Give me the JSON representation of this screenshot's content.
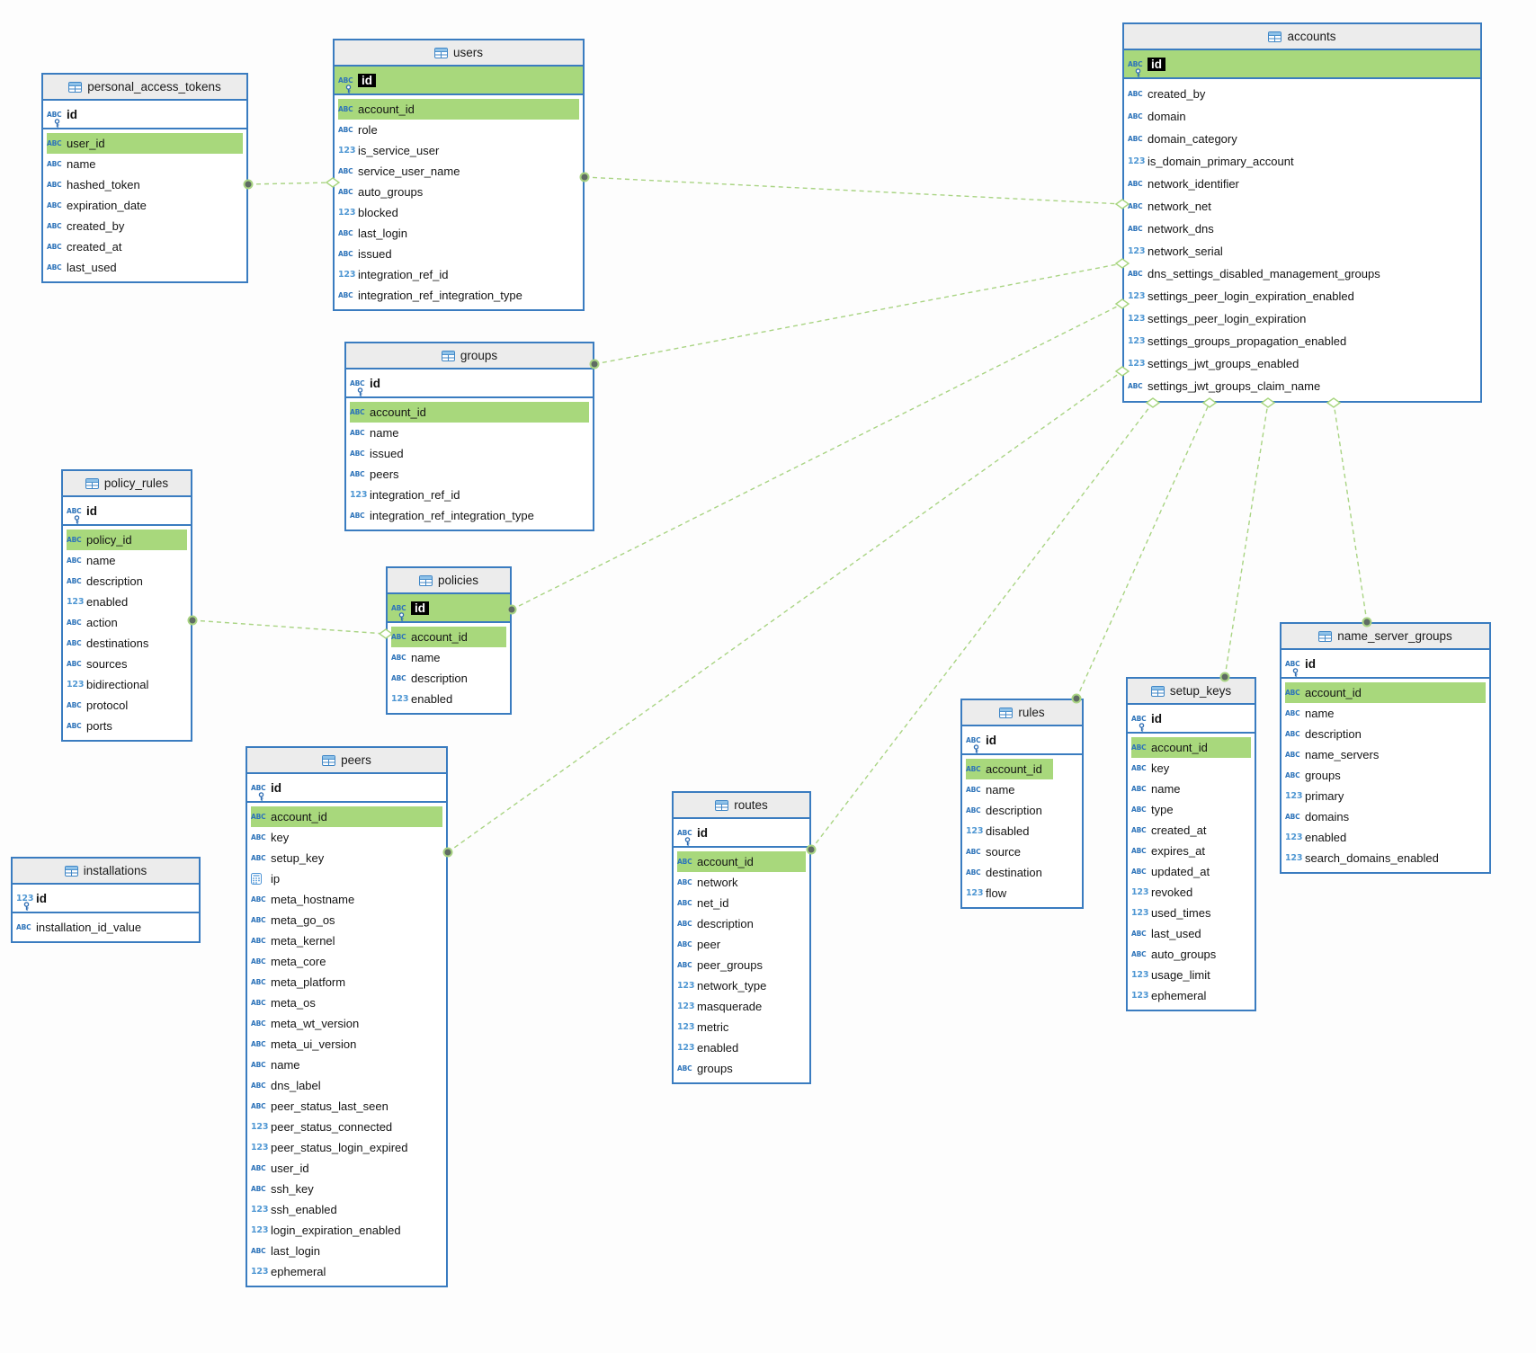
{
  "diagram": {
    "colors": {
      "table_border": "#3a7cc0",
      "header_background": "#ececec",
      "highlight_green": "#a8d87c",
      "relationship_green": "#a9d483",
      "string_icon_blue": "#2e74ba",
      "numeric_icon_blue": "#4f97d3"
    },
    "tables": [
      {
        "name": "personal_access_tokens",
        "selected": false,
        "pk": {
          "name": "id",
          "type": "abc_key"
        },
        "fields": [
          {
            "name": "user_id",
            "type": "abc",
            "highlight": "full"
          },
          {
            "name": "name",
            "type": "abc"
          },
          {
            "name": "hashed_token",
            "type": "abc"
          },
          {
            "name": "expiration_date",
            "type": "abc"
          },
          {
            "name": "created_by",
            "type": "abc"
          },
          {
            "name": "created_at",
            "type": "abc"
          },
          {
            "name": "last_used",
            "type": "abc"
          }
        ]
      },
      {
        "name": "users",
        "selected": true,
        "pk": {
          "name": "id",
          "type": "abc_key"
        },
        "fields": [
          {
            "name": "account_id",
            "type": "abc",
            "highlight": "full"
          },
          {
            "name": "role",
            "type": "abc"
          },
          {
            "name": "is_service_user",
            "type": "123"
          },
          {
            "name": "service_user_name",
            "type": "abc"
          },
          {
            "name": "auto_groups",
            "type": "abc"
          },
          {
            "name": "blocked",
            "type": "123"
          },
          {
            "name": "last_login",
            "type": "abc"
          },
          {
            "name": "issued",
            "type": "abc"
          },
          {
            "name": "integration_ref_id",
            "type": "123"
          },
          {
            "name": "integration_ref_integration_type",
            "type": "abc"
          }
        ]
      },
      {
        "name": "accounts",
        "selected": true,
        "pk": {
          "name": "id",
          "type": "abc_key"
        },
        "fields": [
          {
            "name": "created_by",
            "type": "abc"
          },
          {
            "name": "domain",
            "type": "abc"
          },
          {
            "name": "domain_category",
            "type": "abc"
          },
          {
            "name": "is_domain_primary_account",
            "type": "123"
          },
          {
            "name": "network_identifier",
            "type": "abc"
          },
          {
            "name": "network_net",
            "type": "abc"
          },
          {
            "name": "network_dns",
            "type": "abc"
          },
          {
            "name": "network_serial",
            "type": "123"
          },
          {
            "name": "dns_settings_disabled_management_groups",
            "type": "abc"
          },
          {
            "name": "settings_peer_login_expiration_enabled",
            "type": "123"
          },
          {
            "name": "settings_peer_login_expiration",
            "type": "123"
          },
          {
            "name": "settings_groups_propagation_enabled",
            "type": "123"
          },
          {
            "name": "settings_jwt_groups_enabled",
            "type": "123"
          },
          {
            "name": "settings_jwt_groups_claim_name",
            "type": "abc"
          }
        ]
      },
      {
        "name": "groups",
        "selected": false,
        "pk": {
          "name": "id",
          "type": "abc_key"
        },
        "fields": [
          {
            "name": "account_id",
            "type": "abc",
            "highlight": "full"
          },
          {
            "name": "name",
            "type": "abc"
          },
          {
            "name": "issued",
            "type": "abc"
          },
          {
            "name": "peers",
            "type": "abc"
          },
          {
            "name": "integration_ref_id",
            "type": "123"
          },
          {
            "name": "integration_ref_integration_type",
            "type": "abc"
          }
        ]
      },
      {
        "name": "policy_rules",
        "selected": false,
        "pk": {
          "name": "id",
          "type": "abc_key"
        },
        "fields": [
          {
            "name": "policy_id",
            "type": "abc",
            "highlight": "full"
          },
          {
            "name": "name",
            "type": "abc"
          },
          {
            "name": "description",
            "type": "abc"
          },
          {
            "name": "enabled",
            "type": "123"
          },
          {
            "name": "action",
            "type": "abc"
          },
          {
            "name": "destinations",
            "type": "abc"
          },
          {
            "name": "sources",
            "type": "abc"
          },
          {
            "name": "bidirectional",
            "type": "123"
          },
          {
            "name": "protocol",
            "type": "abc"
          },
          {
            "name": "ports",
            "type": "abc"
          }
        ]
      },
      {
        "name": "policies",
        "selected": true,
        "pk": {
          "name": "id",
          "type": "abc_key"
        },
        "fields": [
          {
            "name": "account_id",
            "type": "abc",
            "highlight": "full"
          },
          {
            "name": "name",
            "type": "abc"
          },
          {
            "name": "description",
            "type": "abc"
          },
          {
            "name": "enabled",
            "type": "123"
          }
        ]
      },
      {
        "name": "peers",
        "selected": false,
        "pk": {
          "name": "id",
          "type": "abc_key"
        },
        "fields": [
          {
            "name": "account_id",
            "type": "abc",
            "highlight": "full"
          },
          {
            "name": "key",
            "type": "abc"
          },
          {
            "name": "setup_key",
            "type": "abc"
          },
          {
            "name": "ip",
            "type": "binary"
          },
          {
            "name": "meta_hostname",
            "type": "abc"
          },
          {
            "name": "meta_go_os",
            "type": "abc"
          },
          {
            "name": "meta_kernel",
            "type": "abc"
          },
          {
            "name": "meta_core",
            "type": "abc"
          },
          {
            "name": "meta_platform",
            "type": "abc"
          },
          {
            "name": "meta_os",
            "type": "abc"
          },
          {
            "name": "meta_wt_version",
            "type": "abc"
          },
          {
            "name": "meta_ui_version",
            "type": "abc"
          },
          {
            "name": "name",
            "type": "abc"
          },
          {
            "name": "dns_label",
            "type": "abc"
          },
          {
            "name": "peer_status_last_seen",
            "type": "abc"
          },
          {
            "name": "peer_status_connected",
            "type": "123"
          },
          {
            "name": "peer_status_login_expired",
            "type": "123"
          },
          {
            "name": "user_id",
            "type": "abc"
          },
          {
            "name": "ssh_key",
            "type": "abc"
          },
          {
            "name": "ssh_enabled",
            "type": "123"
          },
          {
            "name": "login_expiration_enabled",
            "type": "123"
          },
          {
            "name": "last_login",
            "type": "abc"
          },
          {
            "name": "ephemeral",
            "type": "123"
          }
        ]
      },
      {
        "name": "installations",
        "selected": false,
        "pk": {
          "name": "id",
          "type": "123_key"
        },
        "fields": [
          {
            "name": "installation_id_value",
            "type": "abc"
          }
        ]
      },
      {
        "name": "routes",
        "selected": false,
        "pk": {
          "name": "id",
          "type": "abc_key"
        },
        "fields": [
          {
            "name": "account_id",
            "type": "abc",
            "highlight": "full"
          },
          {
            "name": "network",
            "type": "abc"
          },
          {
            "name": "net_id",
            "type": "abc"
          },
          {
            "name": "description",
            "type": "abc"
          },
          {
            "name": "peer",
            "type": "abc"
          },
          {
            "name": "peer_groups",
            "type": "abc"
          },
          {
            "name": "network_type",
            "type": "123"
          },
          {
            "name": "masquerade",
            "type": "123"
          },
          {
            "name": "metric",
            "type": "123"
          },
          {
            "name": "enabled",
            "type": "123"
          },
          {
            "name": "groups",
            "type": "abc"
          }
        ]
      },
      {
        "name": "rules",
        "selected": false,
        "pk": {
          "name": "id",
          "type": "abc_key"
        },
        "fields": [
          {
            "name": "account_id",
            "type": "abc",
            "highlight": "fit"
          },
          {
            "name": "name",
            "type": "abc"
          },
          {
            "name": "description",
            "type": "abc"
          },
          {
            "name": "disabled",
            "type": "123"
          },
          {
            "name": "source",
            "type": "abc"
          },
          {
            "name": "destination",
            "type": "abc"
          },
          {
            "name": "flow",
            "type": "123"
          }
        ]
      },
      {
        "name": "setup_keys",
        "selected": false,
        "pk": {
          "name": "id",
          "type": "abc_key"
        },
        "fields": [
          {
            "name": "account_id",
            "type": "abc",
            "highlight": "full"
          },
          {
            "name": "key",
            "type": "abc"
          },
          {
            "name": "name",
            "type": "abc"
          },
          {
            "name": "type",
            "type": "abc"
          },
          {
            "name": "created_at",
            "type": "abc"
          },
          {
            "name": "expires_at",
            "type": "abc"
          },
          {
            "name": "updated_at",
            "type": "abc"
          },
          {
            "name": "revoked",
            "type": "123"
          },
          {
            "name": "used_times",
            "type": "123"
          },
          {
            "name": "last_used",
            "type": "abc"
          },
          {
            "name": "auto_groups",
            "type": "abc"
          },
          {
            "name": "usage_limit",
            "type": "123"
          },
          {
            "name": "ephemeral",
            "type": "123"
          }
        ]
      },
      {
        "name": "name_server_groups",
        "selected": false,
        "pk": {
          "name": "id",
          "type": "abc_key"
        },
        "fields": [
          {
            "name": "account_id",
            "type": "abc",
            "highlight": "full"
          },
          {
            "name": "name",
            "type": "abc"
          },
          {
            "name": "description",
            "type": "abc"
          },
          {
            "name": "name_servers",
            "type": "abc"
          },
          {
            "name": "groups",
            "type": "abc"
          },
          {
            "name": "primary",
            "type": "123"
          },
          {
            "name": "domains",
            "type": "abc"
          },
          {
            "name": "enabled",
            "type": "123"
          },
          {
            "name": "search_domains_enabled",
            "type": "123"
          }
        ]
      }
    ],
    "connections": [
      {
        "from": "personal_access_tokens",
        "to": "users"
      },
      {
        "from": "users",
        "to": "accounts"
      },
      {
        "from": "groups",
        "to": "accounts"
      },
      {
        "from": "policies",
        "to": "accounts"
      },
      {
        "from": "peers",
        "to": "accounts"
      },
      {
        "from": "policy_rules",
        "to": "policies"
      },
      {
        "from": "routes",
        "to": "accounts"
      },
      {
        "from": "rules",
        "to": "accounts"
      },
      {
        "from": "setup_keys",
        "to": "accounts"
      },
      {
        "from": "name_server_groups",
        "to": "accounts"
      }
    ]
  }
}
